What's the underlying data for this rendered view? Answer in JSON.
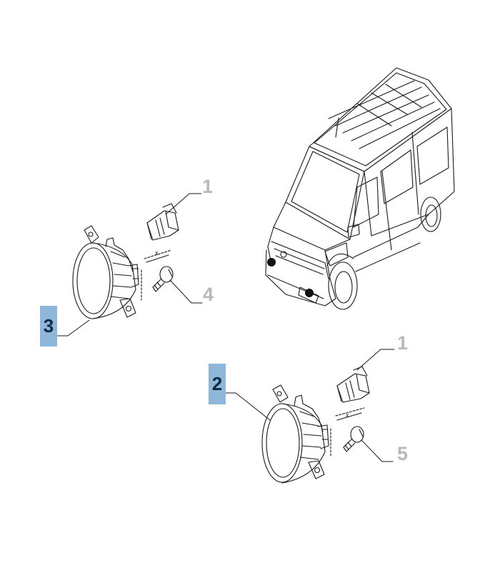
{
  "callouts": {
    "item_1_upper": "1",
    "item_1_lower": "1",
    "item_2": "2",
    "item_3": "3",
    "item_4": "4",
    "item_5": "5"
  },
  "dimension_label": "x",
  "colors": {
    "highlight_box": "#8fb7d9",
    "highlight_text": "#0e2a44",
    "callout_number": "#b9b9b9",
    "line_art": "#1a1a1a"
  }
}
